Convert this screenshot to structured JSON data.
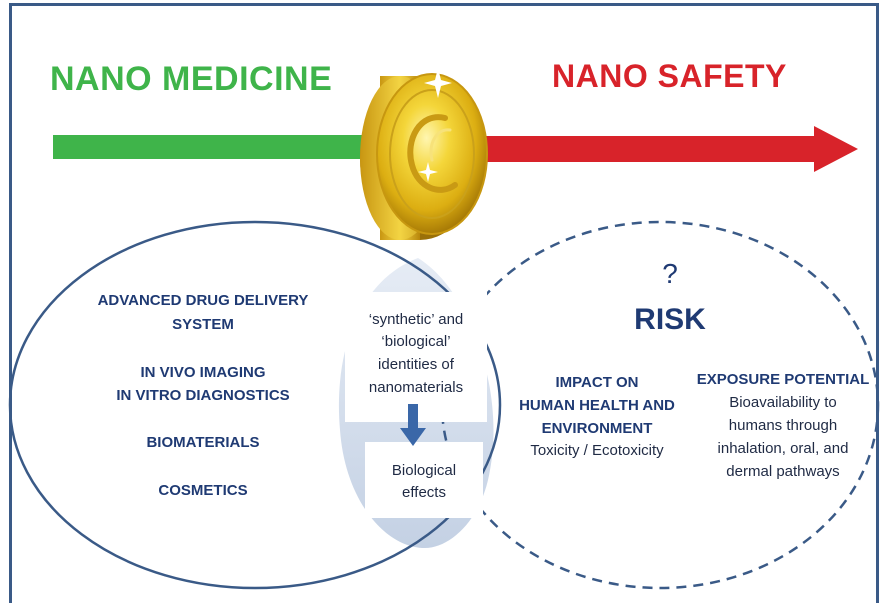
{
  "titles": {
    "left": "NANO MEDICINE",
    "right": "NANO SAFETY"
  },
  "applications": [
    "ADVANCED DRUG DELIVERY",
    "SYSTEM",
    "IN VIVO IMAGING",
    "IN VITRO DIAGNOSTICS",
    "BIOMATERIALS",
    "COSMETICS"
  ],
  "overlap": {
    "box_top": [
      "‘synthetic’ and",
      "‘biological’",
      "identities of",
      "nanomaterials"
    ],
    "box_bottom": [
      "Biological",
      "effects"
    ]
  },
  "risk": {
    "question": "?",
    "title": "RISK",
    "impact": {
      "lines": [
        "IMPACT ON",
        "HUMAN HEALTH AND",
        "ENVIRONMENT"
      ],
      "sub": "Toxicity / Ecotoxicity"
    },
    "exposure": {
      "title": "EXPOSURE POTENTIAL",
      "lines": [
        "Bioavailability to",
        "humans through",
        "inhalation, oral, and",
        "dermal pathways"
      ]
    }
  },
  "colors": {
    "green": "#3fb44a",
    "red": "#d8232a",
    "navy": "#1f3a73",
    "coin": "#e8c21c"
  },
  "icons": {
    "coin": "gold-coin-icon",
    "down_arrow": "down-arrow-icon"
  }
}
